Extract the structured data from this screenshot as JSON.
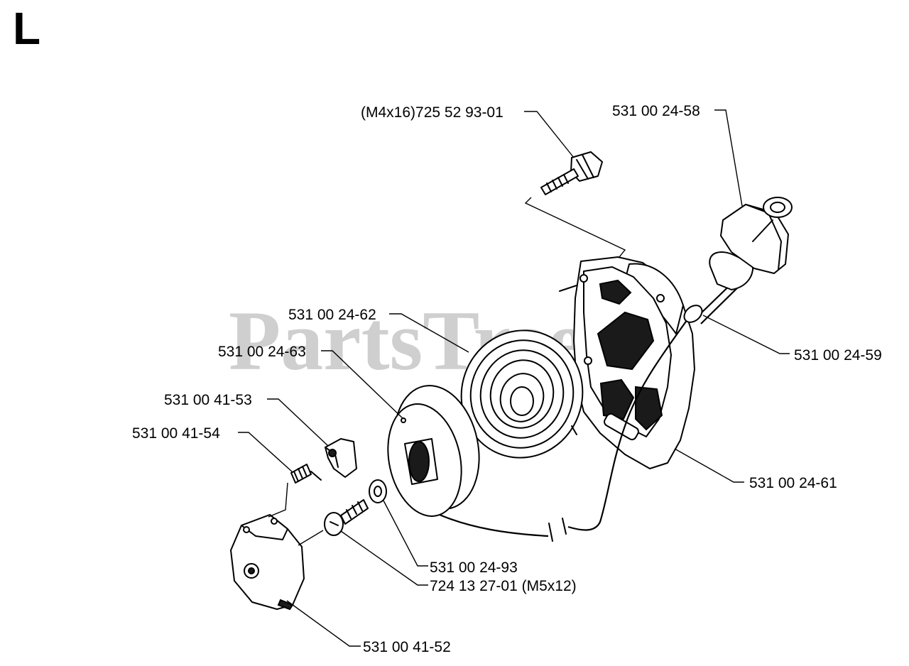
{
  "section_letter": "L",
  "watermark": "PartsTree",
  "callouts": {
    "screw_m4": "(M4x16)725 52 93-01",
    "handle": "531 00 24-58",
    "spring": "531 00 24-62",
    "pulley": "531 00 24-63",
    "rope": "531 00 24-59",
    "pawl": "531 00 41-53",
    "pawl_spring": "531 00 41-54",
    "housing": "531 00 24-61",
    "washer": "531 00 24-93",
    "screw_m5": "724 13 27-01 (M5x12)",
    "drive_dog": "531 00 41-52"
  }
}
